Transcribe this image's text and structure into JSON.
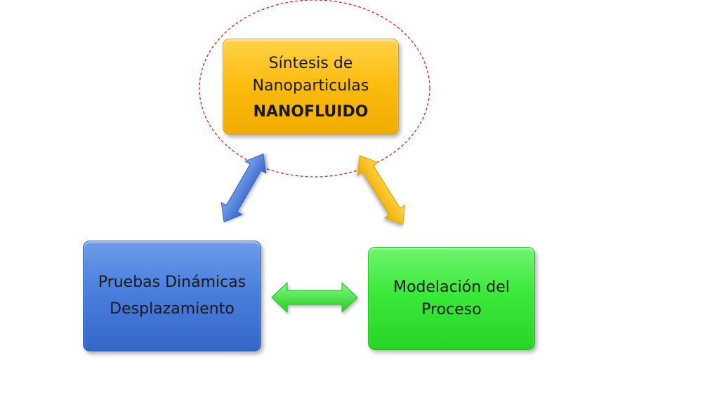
{
  "nodes": {
    "synthesis": {
      "line1": "Síntesis de",
      "line2": "Nanoparticulas",
      "emphasis": "NANOFLUIDO",
      "color": "#fbbd10"
    },
    "tests": {
      "line1": "Pruebas Dinámicas",
      "line2": "Desplazamiento",
      "color": "#4a7fde"
    },
    "model": {
      "line1": "Modelación del",
      "line2": "Proceso",
      "color": "#3be93b"
    }
  },
  "highlight": {
    "shape": "dashed-ellipse",
    "color": "#d42020",
    "target": "synthesis"
  },
  "connectors": [
    {
      "from": "synthesis",
      "to": "tests",
      "style": "double-arrow",
      "color": "#4a7fde"
    },
    {
      "from": "synthesis",
      "to": "model",
      "style": "double-arrow",
      "color": "#f7c21a"
    },
    {
      "from": "tests",
      "to": "model",
      "style": "double-arrow",
      "color": "#3be93b"
    }
  ]
}
